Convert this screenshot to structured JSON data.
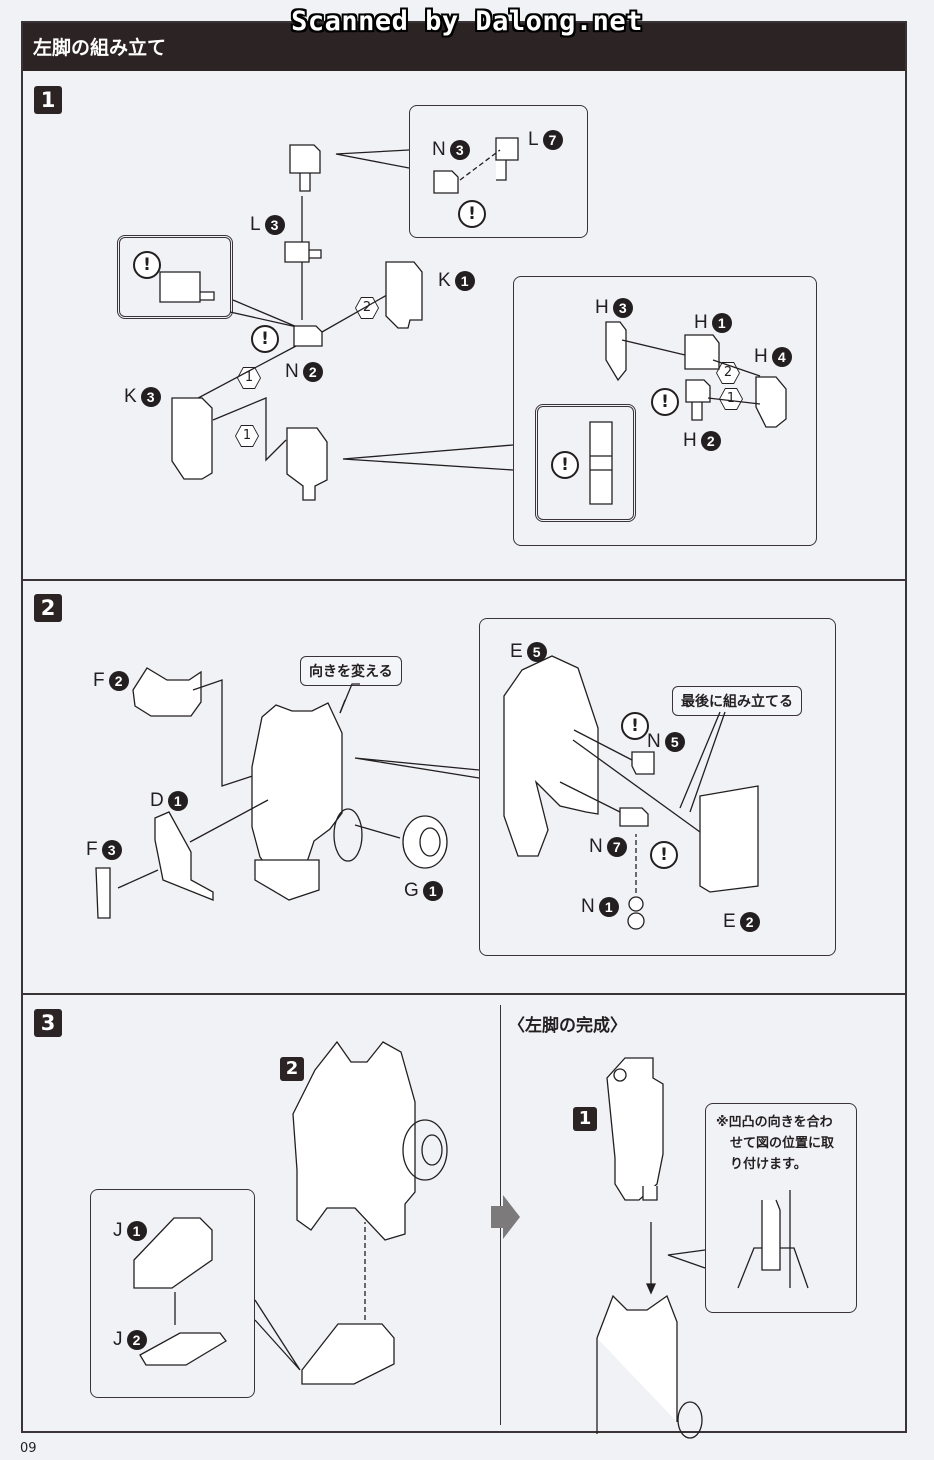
{
  "watermark": "Scanned by Dalong.net",
  "header": {
    "title": "左脚の組み立て"
  },
  "steps": [
    {
      "number": "1",
      "parts": {
        "n3": {
          "letter": "N",
          "num": "3"
        },
        "l7": {
          "letter": "L",
          "num": "7"
        },
        "l3": {
          "letter": "L",
          "num": "3"
        },
        "k1": {
          "letter": "K",
          "num": "1"
        },
        "n2": {
          "letter": "N",
          "num": "2"
        },
        "k3": {
          "letter": "K",
          "num": "3"
        },
        "h3": {
          "letter": "H",
          "num": "3"
        },
        "h1": {
          "letter": "H",
          "num": "1"
        },
        "h4": {
          "letter": "H",
          "num": "4"
        },
        "h2": {
          "letter": "H",
          "num": "2"
        }
      },
      "order_marks": [
        "1",
        "1",
        "2",
        "2",
        "1"
      ],
      "caution_mark": "!"
    },
    {
      "number": "2",
      "notes": {
        "rotate": "向きを変える",
        "assemble_last": "最後に組み立てる"
      },
      "parts": {
        "f2": {
          "letter": "F",
          "num": "2"
        },
        "d1": {
          "letter": "D",
          "num": "1"
        },
        "f3": {
          "letter": "F",
          "num": "3"
        },
        "g1": {
          "letter": "G",
          "num": "1"
        },
        "e5": {
          "letter": "E",
          "num": "5"
        },
        "n5": {
          "letter": "N",
          "num": "5"
        },
        "n7": {
          "letter": "N",
          "num": "7"
        },
        "n1": {
          "letter": "N",
          "num": "1"
        },
        "e2": {
          "letter": "E",
          "num": "2"
        }
      },
      "caution_mark": "!"
    },
    {
      "number": "3",
      "sub_ref": "2",
      "parts": {
        "j1": {
          "letter": "J",
          "num": "1"
        },
        "j2": {
          "letter": "J",
          "num": "2"
        }
      }
    }
  ],
  "completion": {
    "title": "〈左脚の完成〉",
    "sub_ref": "1",
    "note_lines": [
      "※凹凸の向きを合わ",
      "せて図の位置に取",
      "り付けます。"
    ]
  },
  "page_number": "09",
  "colors": {
    "ink": "#231f20",
    "paper": "#f1f2f6",
    "header": "#2b2324",
    "arrow": "#7d7a7c"
  }
}
